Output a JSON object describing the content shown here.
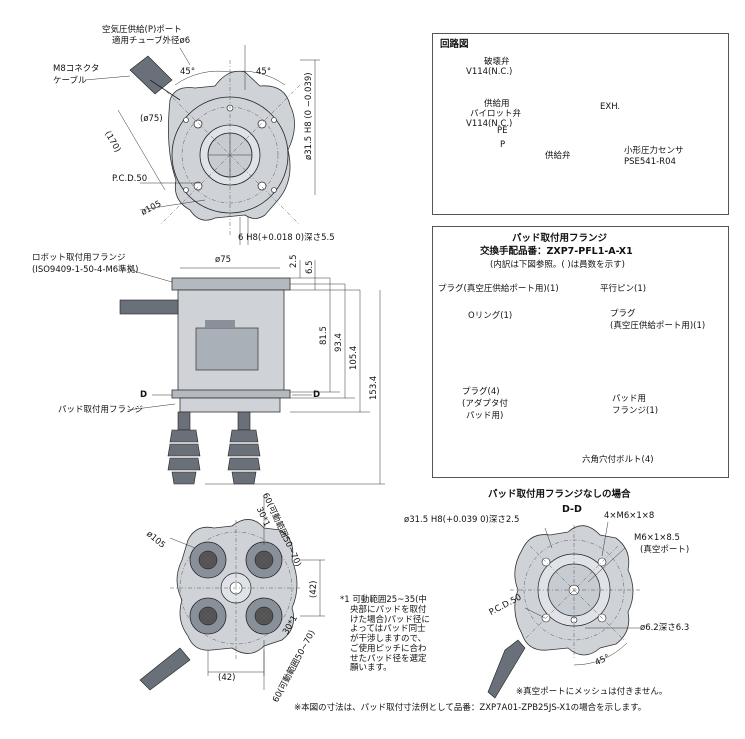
{
  "top_view": {
    "air_port_label_1": "空気圧供給(P)ポート",
    "air_port_label_2": "適用チューブ外径ø6",
    "connector_label_1": "M8コネクタ",
    "connector_label_2": "ケーブル",
    "angle_left": "45°",
    "angle_right": "45°",
    "dia_75": "(ø75)",
    "dim_170": "(170)",
    "pcd": "P.C.D.50",
    "dia_105": "ø105",
    "bore": "ø31.5 H8",
    "bore_tol_upper": "0",
    "bore_tol_lower": "−0.039",
    "pin_hole": "6 H8",
    "pin_hole_tol": "(+0.018 0)",
    "pin_depth": "深さ5.5"
  },
  "circuit": {
    "title": "回路図",
    "release_valve_1": "破壊弁",
    "release_valve_2": "V114(N.C.)",
    "supply_pilot_1": "供給用",
    "supply_pilot_2": "パイロット弁",
    "supply_pilot_3": "V114(N.C.)",
    "pe": "PE",
    "p": "P",
    "supply_valve": "供給弁",
    "exh": "EXH.",
    "sensor_1": "小形圧力センサ",
    "sensor_2": "PSE541-R04"
  },
  "side_view": {
    "robot_flange_1": "ロボット取付用フランジ",
    "robot_flange_2": "(ISO9409-1-50-4-M6準拠)",
    "dia_75": "ø75",
    "d25": "2.5",
    "d65": "6.5",
    "d815": "81.5",
    "d934": "93.4",
    "d1054": "105.4",
    "d1534": "153.4",
    "section_d_left": "D",
    "section_d_right": "D",
    "pad_flange": "パッド取付用フランジ"
  },
  "flange_panel": {
    "title": "パッド取付用フランジ",
    "part_no": "交換手配品番：ZXP7-PFL1-A-X1",
    "note": "(内訳は下図参照。( )は員数を示す)",
    "plug_vacuum_supply": "プラグ(真空圧供給ポート用)(1)",
    "parallel_pin": "平行ピン(1)",
    "o_ring": "Oリング(1)",
    "plug_label": "プラグ",
    "plug_vacuum_port": "(真空圧供給ポート用)(1)",
    "plug4_1": "プラグ(4)",
    "plug4_2": "(アダプタ付",
    "plug4_3": "パッド用)",
    "pad_flange_1": "パッド用",
    "pad_flange_2": "フランジ(1)",
    "hex_bolt": "六角穴付ボルト(4)"
  },
  "bottom_view": {
    "dia_105": "ø105",
    "d60_top": "60(可動範囲50~70)",
    "d30_top": "30*1",
    "d42_right": "(42)",
    "d30_bottom": "30*1",
    "d60_bottom": "60(可動範囲50~70)",
    "d42_bottom": "(42)"
  },
  "footnote": {
    "lines": [
      "*1 可動範囲25~35(中",
      "央部にパッドを取付",
      "けた場合)パッド径に",
      "よってはパッド同士",
      "が干渉しますので、",
      "ご使用ピッチに合わ",
      "せたパッド径を選定",
      "願います。"
    ]
  },
  "dd_view": {
    "title": "パッド取付用フランジなしの場合",
    "section": "D-D",
    "bore": "ø31.5 H8",
    "bore_tol": "(+0.039 0)",
    "bore_depth": "深さ2.5",
    "tapped": "4×M6×1×8",
    "vac_port_1": "M6×1×8.5",
    "vac_port_2": "(真空ポート)",
    "pcd": "P.C.D.50",
    "pin_hole": "ø6.2深さ6.3",
    "angle": "45°",
    "mesh_note": "※真空ポートにメッシュは付きません。"
  },
  "bottom_note": "※本図の寸法は、パッド取付寸法例として品番：ZXP7A01-ZPB25JS-X1の場合を示します。"
}
